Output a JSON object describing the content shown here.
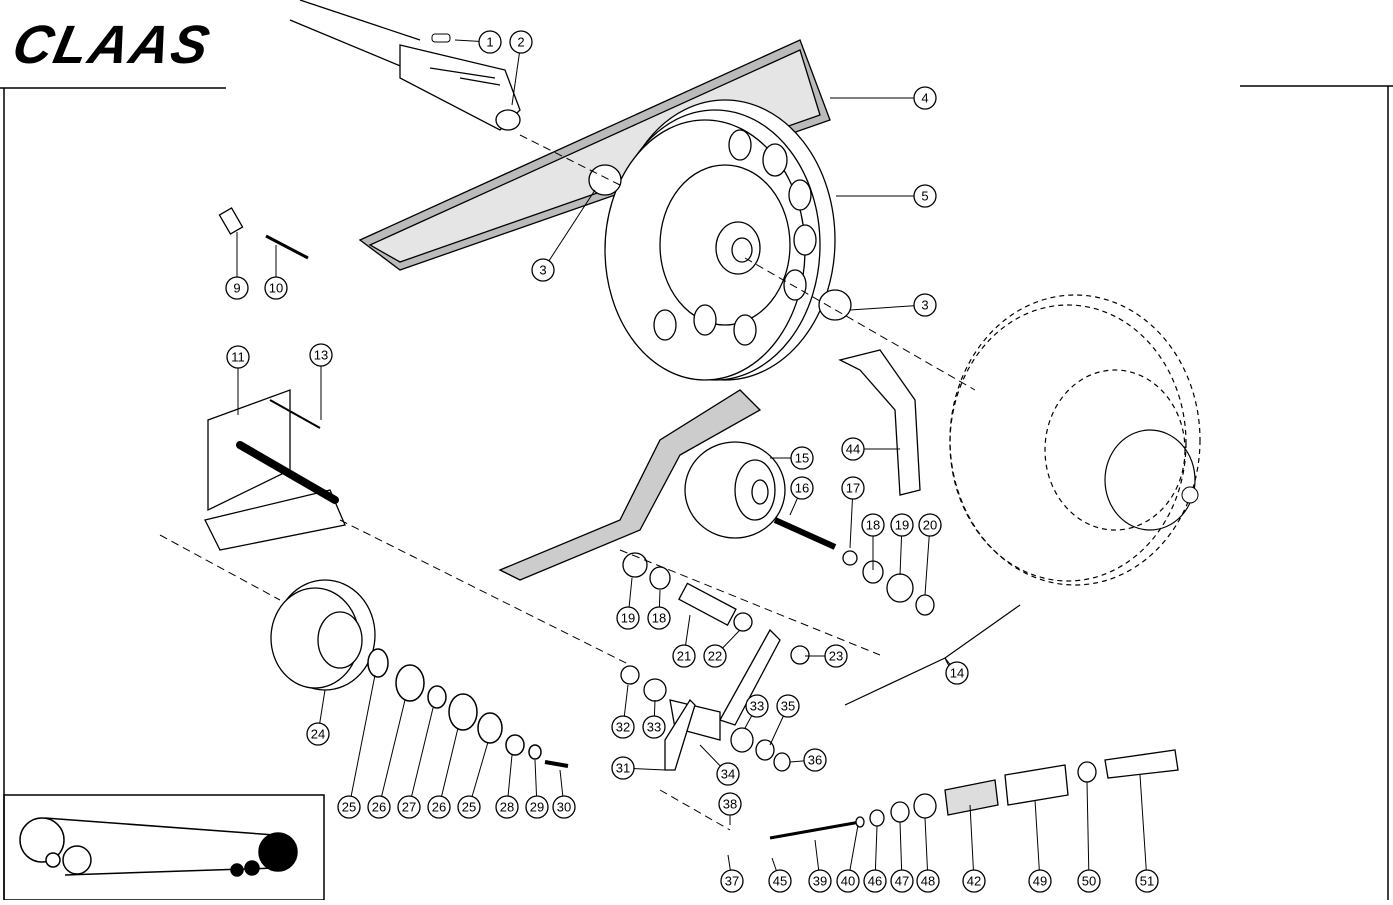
{
  "brand": {
    "logo_text": "CLAAS"
  },
  "callouts": [
    {
      "label": "1"
    },
    {
      "label": "2"
    },
    {
      "label": "4"
    },
    {
      "label": "5"
    },
    {
      "label": "3"
    },
    {
      "label": "3"
    },
    {
      "label": "9"
    },
    {
      "label": "10"
    },
    {
      "label": "11"
    },
    {
      "label": "13"
    },
    {
      "label": "44"
    },
    {
      "label": "15"
    },
    {
      "label": "16"
    },
    {
      "label": "17"
    },
    {
      "label": "18"
    },
    {
      "label": "19"
    },
    {
      "label": "20"
    },
    {
      "label": "19"
    },
    {
      "label": "18"
    },
    {
      "label": "21"
    },
    {
      "label": "22"
    },
    {
      "label": "23"
    },
    {
      "label": "14"
    },
    {
      "label": "24"
    },
    {
      "label": "32"
    },
    {
      "label": "33"
    },
    {
      "label": "33"
    },
    {
      "label": "35"
    },
    {
      "label": "36"
    },
    {
      "label": "31"
    },
    {
      "label": "34"
    },
    {
      "label": "25"
    },
    {
      "label": "26"
    },
    {
      "label": "27"
    },
    {
      "label": "26"
    },
    {
      "label": "25"
    },
    {
      "label": "28"
    },
    {
      "label": "29"
    },
    {
      "label": "30"
    },
    {
      "label": "38"
    },
    {
      "label": "37"
    },
    {
      "label": "45"
    },
    {
      "label": "39"
    },
    {
      "label": "40"
    },
    {
      "label": "46"
    },
    {
      "label": "47"
    },
    {
      "label": "48"
    },
    {
      "label": "42"
    },
    {
      "label": "49"
    },
    {
      "label": "50"
    },
    {
      "label": "51"
    }
  ]
}
